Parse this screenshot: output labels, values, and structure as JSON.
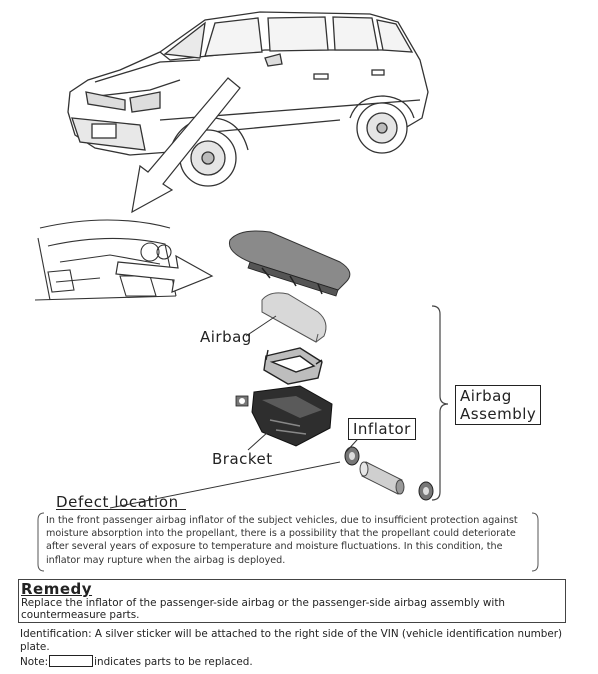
{
  "labels": {
    "airbag": "Airbag",
    "bracket": "Bracket",
    "inflator": "Inflator",
    "airbag_assembly_line1": "Airbag",
    "airbag_assembly_line2": "Assembly"
  },
  "defect": {
    "title": "Defect location",
    "text": "In the front passenger airbag inflator of the subject vehicles, due to insufficient protection against  moisture absorption into the propellant, there is a possibility that the propellant could deteriorate after several years of exposure to temperature and moisture fluctuations. In this condition, the inflator may rupture when the airbag is deployed."
  },
  "remedy": {
    "title": "Remedy",
    "text": "Replace the inflator of the passenger-side airbag or the passenger-side airbag assembly with countermeasure parts."
  },
  "identification": {
    "text": "Identification: A silver sticker will be attached to the right side of the VIN (vehicle identification number) plate."
  },
  "note": {
    "prefix": "Note:",
    "suffix": "indicates parts to be replaced."
  }
}
